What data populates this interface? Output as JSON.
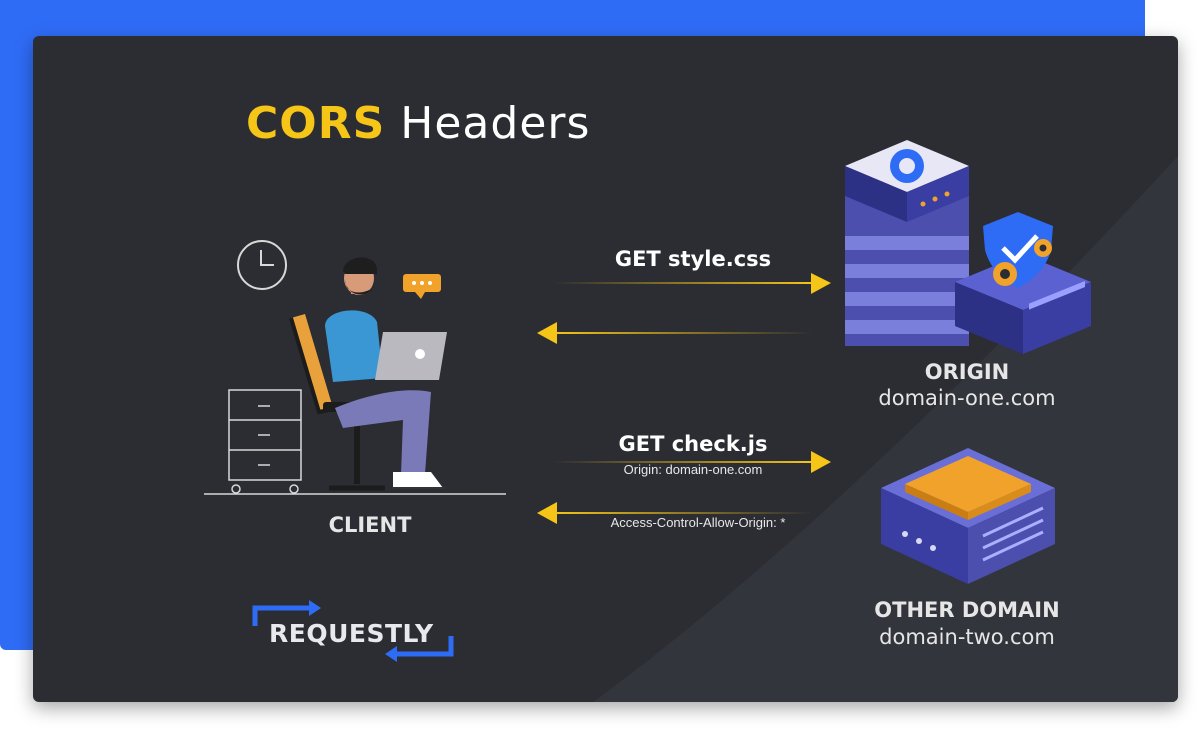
{
  "title": {
    "accent": "CORS",
    "rest": "Headers"
  },
  "requests": {
    "first": {
      "label": "GET style.css"
    },
    "second": {
      "label": "GET check.js",
      "request_header": "Origin: domain-one.com",
      "response_header": "Access-Control-Allow-Origin: *"
    }
  },
  "client": {
    "label": "CLIENT"
  },
  "origin": {
    "label": "ORIGIN",
    "domain": "domain-one.com"
  },
  "other": {
    "label": "OTHER DOMAIN",
    "domain": "domain-two.com"
  },
  "logo": {
    "text": "REQUESTLY"
  },
  "colors": {
    "accent": "#f5c518",
    "brand_blue": "#2f6cf6",
    "card_bg": "#2b2d33",
    "server_purple": "#5a5fc7"
  }
}
